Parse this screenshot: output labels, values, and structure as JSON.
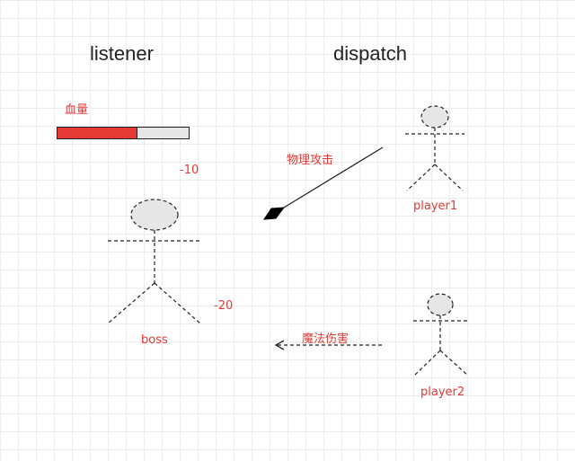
{
  "headings": {
    "listener": "listener",
    "dispatch": "dispatch"
  },
  "health_bar": {
    "label": "血量",
    "fraction": 0.6,
    "fill_color": "#e53935",
    "track_color": "#e6e6e6"
  },
  "damage": {
    "physical": "-10",
    "magic": "-20"
  },
  "actors": {
    "boss": "boss",
    "player1": "player1",
    "player2": "player2"
  },
  "attacks": {
    "physical": "物理攻击",
    "magic": "魔法伤害"
  },
  "colors": {
    "accent": "#e53935",
    "figure_head": "#e6e6e6",
    "stroke": "#222222"
  }
}
